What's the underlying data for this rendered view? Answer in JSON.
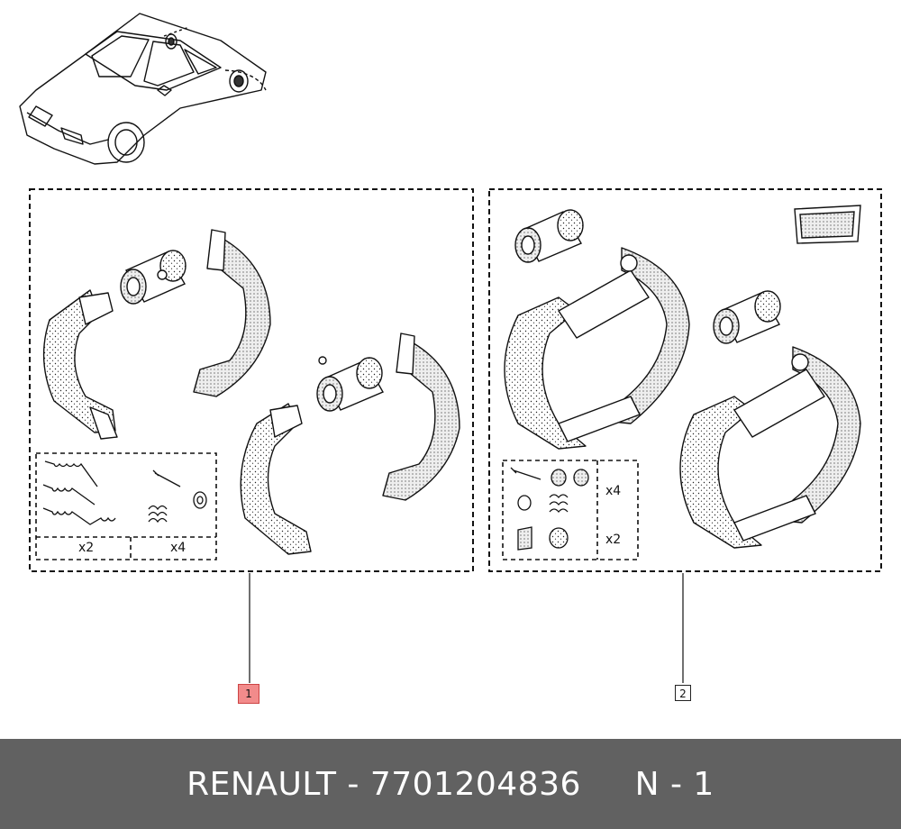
{
  "callouts": [
    {
      "label": "1",
      "highlighted": true
    },
    {
      "label": "2",
      "highlighted": false
    }
  ],
  "kit_left": {
    "qty_springs": "x2",
    "qty_pins": "x4"
  },
  "kit_right": {
    "qty_pins": "x4",
    "qty_clips": "x2"
  },
  "footer": {
    "brand": "RENAULT",
    "separator": "-",
    "part_number": "7701204836",
    "position": "N - 1"
  },
  "colors": {
    "footer_bg": "#616161",
    "highlight": "#f28b8b",
    "line": "#111111"
  }
}
